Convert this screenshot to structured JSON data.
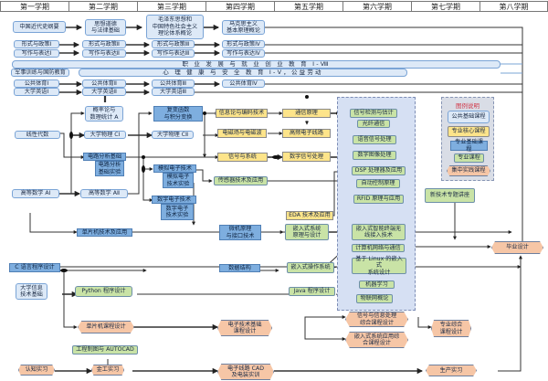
{
  "semesters": [
    "第一学期",
    "第二学期",
    "第三学期",
    "第四学期",
    "第五学期",
    "第六学期",
    "第七学期",
    "第八学期"
  ],
  "legend": {
    "title": "图例说明",
    "items": [
      {
        "label": "公共基础课程",
        "type": "pub"
      },
      {
        "label": "专业核心课程",
        "type": "core"
      },
      {
        "label": "专业基础课程",
        "type": "base"
      },
      {
        "label": "专业课程",
        "type": "major"
      },
      {
        "label": "集中实践课程",
        "type": "prac"
      }
    ]
  },
  "colors": {
    "public": "#dde9f7",
    "core": "#fde48a",
    "base": "#7eaedf",
    "major": "#c9e3a6",
    "practice": "#f6c6a6",
    "legend_title": "#d23a4a",
    "elective_area": "#d6e0f3"
  },
  "wide_bars": {
    "career": "职 业 发 展 与 就 业 创 业 教 育 Ⅰ-Ⅷ",
    "mental": "心 理 健 康 与 安 全 教 育 Ⅰ-Ⅴ，公益劳动"
  },
  "courses": {
    "modern_history": "中国近代史纲要",
    "ideology": "思想道德\n与法律基础",
    "mao": "毛泽东思想和\n中国特色社会主义\n理论体系概论",
    "marx": "马克思主义\n基本原理概论",
    "policy1": "形式与政策Ⅰ",
    "policy2": "形式与政策Ⅱ",
    "policy3": "形式与政策Ⅲ",
    "policy4": "形式与政策Ⅳ",
    "writing1": "写作与表达Ⅰ",
    "writing2": "写作与表达Ⅱ",
    "writing3": "写作与表达Ⅲ",
    "writing4": "写作与表达Ⅳ",
    "military": "军事训练与国防教育",
    "pe1": "公共体育Ⅰ",
    "pe2": "公共体育Ⅱ",
    "pe3": "公共体育Ⅲ",
    "pe4": "公共体育Ⅳ",
    "eng1": "大学英语Ⅰ",
    "eng2": "大学英语Ⅱ",
    "eng3": "大学英语Ⅲ",
    "prob": "概率论与\n数理统计 A",
    "linear": "线性代数",
    "phys1": "大学物理 CⅠ",
    "phys2": "大学物理 CⅡ",
    "complex": "复变函数\n与积分变换",
    "circuit": "电路分析基础",
    "circuit_lab": "电路分析\n基础实验",
    "math1": "高等数学 AⅠ",
    "math2": "高等数学 AⅡ",
    "analog": "模拟电子技术",
    "analog_lab": "模拟电子\n技术实验",
    "digital": "数字电子技术",
    "digital_lab": "数字电子\n技术实验",
    "info_theory": "信息论与编码技术",
    "em_field": "电磁场与电磁波",
    "signals": "信号与系统",
    "sensor": "传感器技术及应用",
    "comm": "通信原理",
    "hf": "高频电子线路",
    "dsp_proc": "数字信号处理",
    "eda": "EDA 技术及应用",
    "sig_detect": "信号检测与估计",
    "fiber": "光纤通信",
    "speech": "语音信号处理",
    "image": "数字图像处理",
    "dsp_app": "DSP 处理器及应用",
    "auto_ctrl": "自动控制原理",
    "rfid": "RFID 原理与应用",
    "embedded_term": "嵌入式智能终端无\n线接入技术",
    "network": "计算机网络与通信",
    "linux": "基于 Linux 的嵌入式\n系统设计",
    "ml": "机器学习",
    "iot": "物联网概论",
    "new_tech": "新技术专题讲座",
    "mcu": "单片机技术及应用",
    "micro": "微机原理\n与接口技术",
    "embedded_sys": "嵌入式系统\n原理与设计",
    "c_lang": "C 语言程序设计",
    "data_struct": "数据结构",
    "embedded_os": "嵌入式操作系统",
    "info_tech": "大学信息\n技术基础",
    "python": "Python 程序设计",
    "java": "Java 程序设计",
    "mcu_design": "单片机课程设计",
    "elec_design": "电子技术基础\n课程设计",
    "sig_design": "信号与信息处理\n综合课程设计",
    "emb_design": "嵌入式系统应用综\n合课程设计",
    "major_design": "专业综合\n课程设计",
    "graduation": "毕业设计",
    "drawing": "工程制图与 AUTOCAD",
    "cognition": "认知实习",
    "metal": "金工实习",
    "pcb": "电子线路 CAD\n及电装实训",
    "production": "生产实习"
  }
}
